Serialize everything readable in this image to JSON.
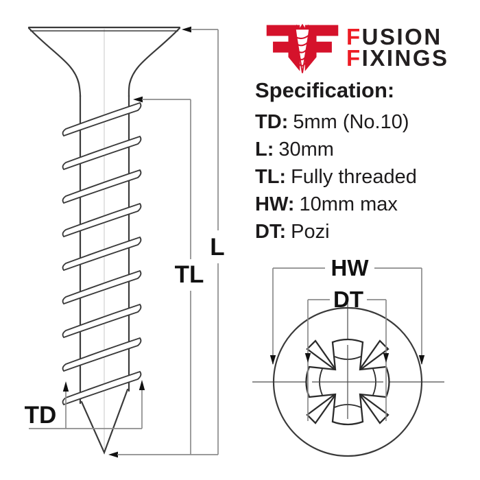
{
  "logo": {
    "line1": "FUSION",
    "line2": "FIXINGS"
  },
  "specification": {
    "heading": "Specification:",
    "items": [
      {
        "label": "TD:",
        "value": "5mm (No.10)"
      },
      {
        "label": "L:",
        "value": "30mm"
      },
      {
        "label": "TL:",
        "value": "Fully threaded"
      },
      {
        "label": "HW:",
        "value": "10mm max"
      },
      {
        "label": "DT:",
        "value": "Pozi"
      }
    ]
  },
  "diagram": {
    "side_view": {
      "length_label": "L",
      "thread_length_label": "TL",
      "thread_diameter_label": "TD"
    },
    "head_view": {
      "head_width_label": "HW",
      "drive_label": "DT"
    }
  },
  "colors": {
    "brand_red": "#ed1c24",
    "emblem_red": "#d5122b",
    "ink": "#231f20",
    "drawing_line": "#3a3a3a",
    "dimension_line": "#8c8c8c"
  }
}
